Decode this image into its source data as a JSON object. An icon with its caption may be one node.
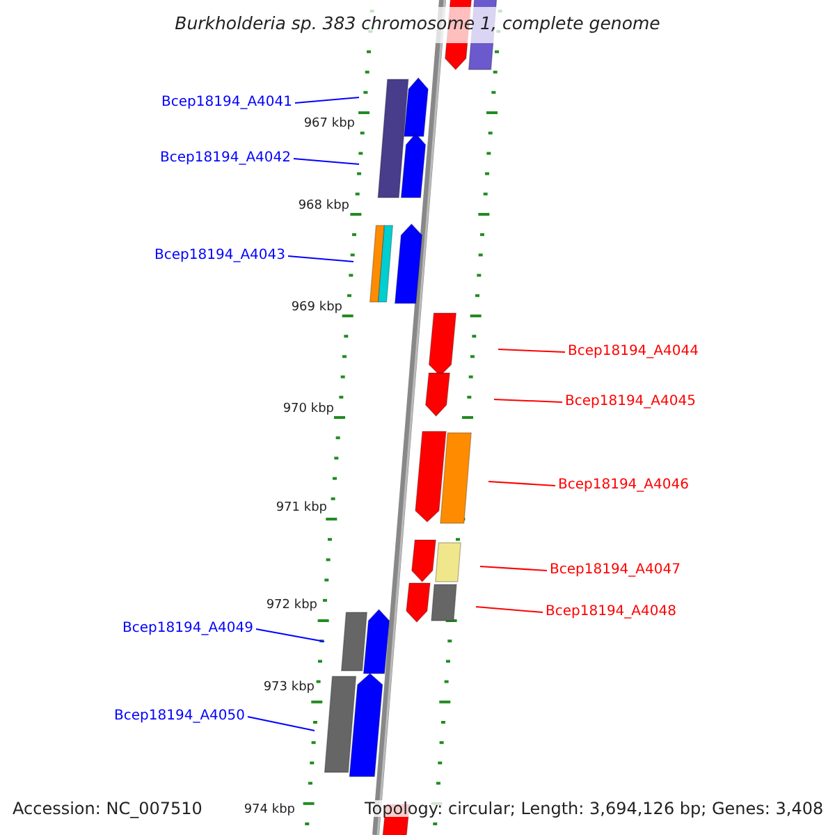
{
  "diagram": {
    "title": "Burkholderia sp. 383 chromosome 1, complete genome",
    "nodes": [
      {
        "text": [
          "Bcep18194_A4041"
        ]
      },
      {
        "text": [
          "Bcep18194_A4042"
        ]
      },
      {
        "text": [
          "Bcep18194_A4043"
        ]
      },
      {
        "text": [
          "Bcep18194_A4044"
        ]
      },
      {
        "text": [
          "Bcep18194_A4045"
        ]
      },
      {
        "text": [
          "Bcep18194_A4046"
        ]
      },
      {
        "text": [
          "Bcep18194_A4047"
        ]
      },
      {
        "text": [
          "Bcep18194_A4048"
        ]
      },
      {
        "text": [
          "Bcep18194_A4049"
        ]
      },
      {
        "text": [
          "Bcep18194_A4050"
        ]
      }
    ],
    "edges": [
      {
        "from": 0,
        "to": null,
        "arrow": "none"
      },
      {
        "from": 1,
        "to": null,
        "arrow": "none"
      },
      {
        "from": 2,
        "to": null,
        "arrow": "none"
      },
      {
        "from": 3,
        "to": null,
        "arrow": "none",
        "color": "#ff0000"
      },
      {
        "from": 4,
        "to": null,
        "arrow": "none",
        "color": "#ff0000"
      },
      {
        "from": 5,
        "to": null,
        "arrow": "none",
        "color": "#ff0000"
      },
      {
        "from": 6,
        "to": null,
        "arrow": "none",
        "color": "#ff0000"
      },
      {
        "from": 7,
        "to": null,
        "arrow": "none",
        "color": "#ff0000"
      },
      {
        "from": 8,
        "to": null,
        "arrow": "none"
      },
      {
        "from": 9,
        "to": null,
        "arrow": "none"
      }
    ],
    "labels": [
      "967 kbp",
      "968 kbp",
      "969 kbp",
      "970 kbp",
      "971 kbp",
      "972 kbp",
      "973 kbp",
      "974 kbp",
      "Accession: NC_007510",
      "Topology: circular; Length: 3,694,126 bp; Genes: 3,408"
    ]
  }
}
